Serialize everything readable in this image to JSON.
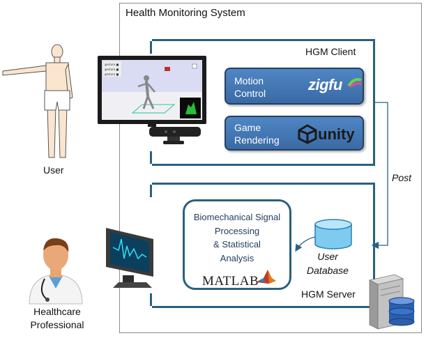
{
  "system": {
    "title": "Health Monitoring System"
  },
  "client": {
    "label": "HGM Client",
    "motion": {
      "line1": "Motion",
      "line2": "Control",
      "logo_text": "zigfu"
    },
    "game": {
      "line1": "Game",
      "line2": "Rendering",
      "logo_text": "unity"
    }
  },
  "server": {
    "label": "HGM Server",
    "analysis": {
      "lines": [
        "Biomechanical Signal",
        "Processing",
        "& Statistical",
        "Analysis"
      ],
      "logo_text": "MATLAB"
    },
    "database": {
      "line1": "User",
      "line2": "Database"
    }
  },
  "arrow_label": "Post",
  "actors": {
    "user": "User",
    "professional": {
      "line1": "Healthcare",
      "line2": "Professional"
    }
  },
  "screen_ui": {
    "lines": [
      "gesture ■",
      "gesture ■",
      "gesture ■"
    ]
  },
  "colors": {
    "frame": "#2a6080",
    "tile": "#4a7fbf",
    "tile_border": "#23415f",
    "db": "#7ecbf0"
  }
}
